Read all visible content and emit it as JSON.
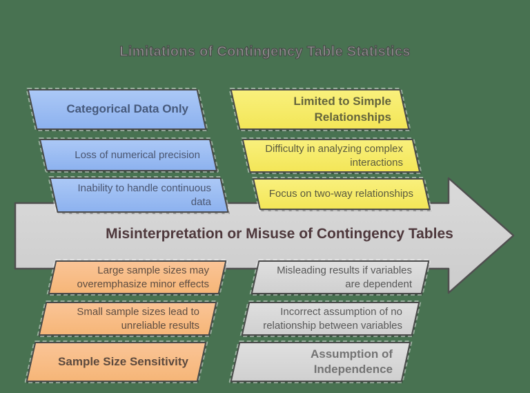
{
  "title": "Limitations of Contingency Table Statistics",
  "arrow": {
    "label": "Misinterpretation or Misuse of Contingency Tables"
  },
  "boxes": {
    "blue_header": {
      "text": "Categorical Data Only"
    },
    "blue_item1": {
      "text": "Loss of numerical precision"
    },
    "blue_item2": {
      "text": "Inability to handle continuous data"
    },
    "yellow_header": {
      "text": "Limited to Simple Relationships"
    },
    "yellow_item1": {
      "text": "Difficulty in analyzing complex interactions"
    },
    "yellow_item2": {
      "text": "Focus on two-way relationships"
    },
    "orange_header": {
      "text": "Sample Size Sensitivity"
    },
    "orange_item1": {
      "text": "Large sample sizes may overemphasize minor effects"
    },
    "orange_item2": {
      "text": "Small sample sizes lead to unreliable results"
    },
    "gray_header": {
      "text": "Assumption of Independence"
    },
    "gray_item1": {
      "text": "Misleading results if variables are dependent"
    },
    "gray_item2": {
      "text": "Incorrect assumption of no relationship between variables"
    }
  },
  "colors": {
    "background": "#487251",
    "blue_fill": "#9cbdf3",
    "yellow_fill": "#f6eb6a",
    "orange_fill": "#f8bd87",
    "gray_fill": "#d7d7d7",
    "arrow_fill": "#d3d3d3",
    "border": "#4a4a4a",
    "arrow_text": "#4e383c"
  }
}
